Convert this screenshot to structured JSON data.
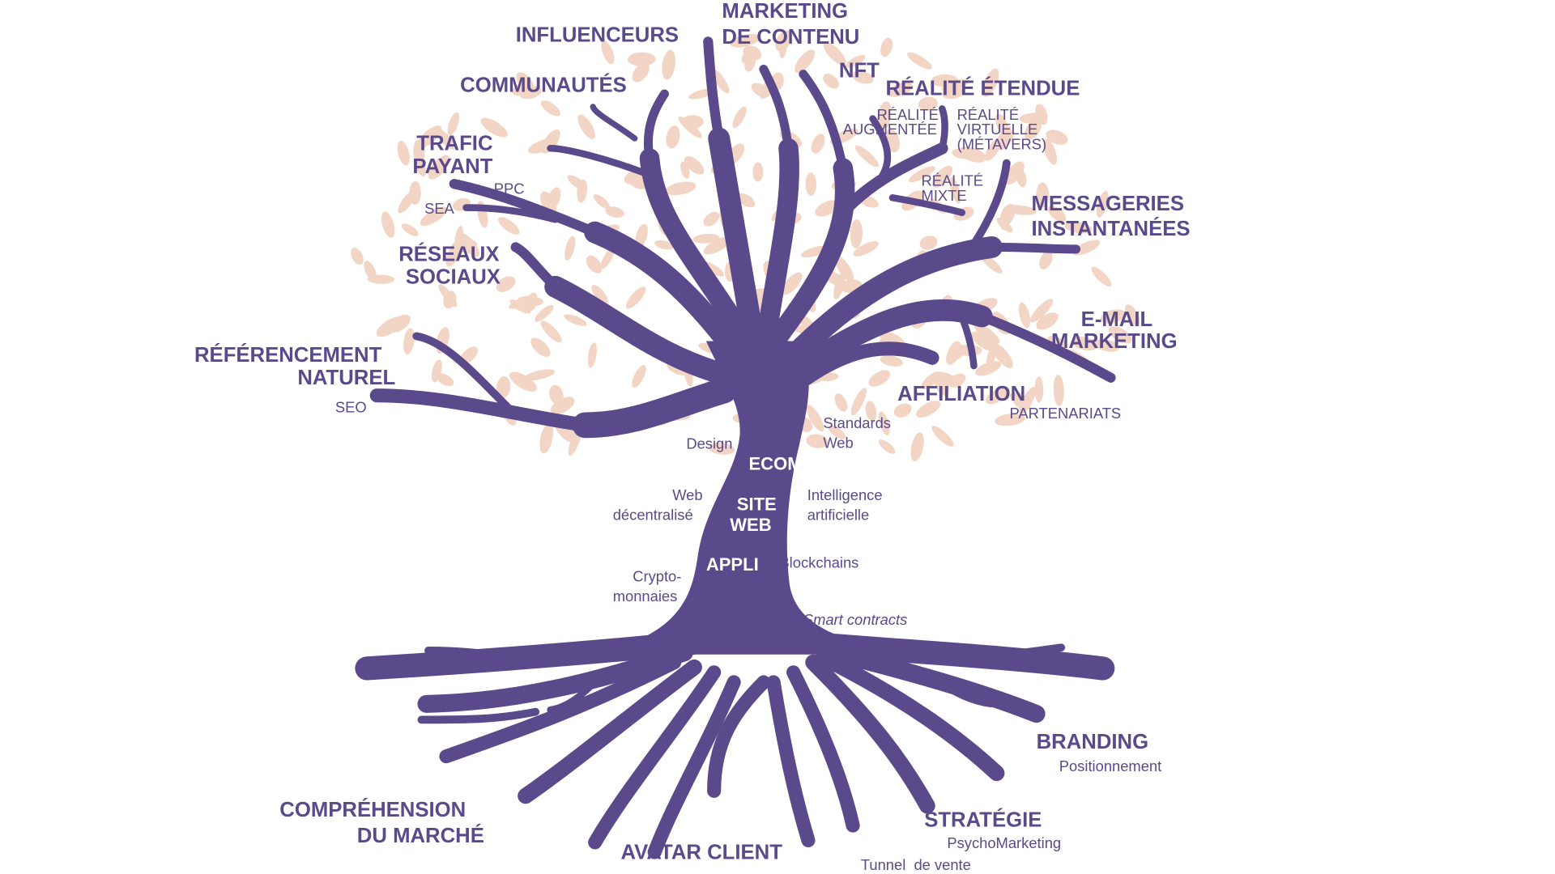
{
  "colors": {
    "tree": "#5b4a8b",
    "leaves": "#f2d5c4",
    "background": "#ffffff"
  },
  "branches": {
    "influenceurs": "INFLUENCEURS",
    "marketing_contenu": [
      "MARKETING",
      "DE CONTENU"
    ],
    "nft": "NFT",
    "realite_etendue": "RÉALITÉ ÉTENDUE",
    "realite_augmentee": [
      "RÉALITÉ",
      "AUGMENTÉE"
    ],
    "realite_virtuelle": [
      "RÉALITÉ",
      "VIRTUELLE",
      "(MÉTAVERS)"
    ],
    "realite_mixte": [
      "RÉALITÉ",
      "MIXTE"
    ],
    "communautes": "COMMUNAUTÉS",
    "trafic_payant": [
      "TRAFIC",
      "PAYANT"
    ],
    "ppc": "PPC",
    "sea": "SEA",
    "reseaux_sociaux": [
      "RÉSEAUX",
      "SOCIAUX"
    ],
    "referencement": [
      "RÉFÉRENCEMENT",
      "NATUREL"
    ],
    "seo": "SEO",
    "messageries": [
      "MESSAGERIES",
      "INSTANTANÉES"
    ],
    "email": [
      "E-MAIL",
      "MARKETING"
    ],
    "affiliation": "AFFILIATION",
    "partenariats": "PARTENARIATS"
  },
  "trunk": {
    "design": "Design",
    "standards": [
      "Standards",
      "Web"
    ],
    "ecom": "ECOM",
    "site_web": [
      "SITE",
      "WEB"
    ],
    "web_decentralise": [
      "Web",
      "décentralisé"
    ],
    "ia": [
      "Intelligence",
      "artificielle"
    ],
    "appli": "APPLI",
    "blockchains": "Blockchains",
    "crypto": [
      "Crypto-",
      "monnaies"
    ],
    "smart_contracts": "Smart contracts"
  },
  "roots": {
    "branding": "BRANDING",
    "positionnement": "Positionnement",
    "comprehension": [
      "COMPRÉHENSION",
      "DU MARCHÉ"
    ],
    "avatar": "AVATAR CLIENT",
    "strategie": "STRATÉGIE",
    "psycho": "PsychoMarketing",
    "tunnel": "Tunnel  de vente"
  }
}
